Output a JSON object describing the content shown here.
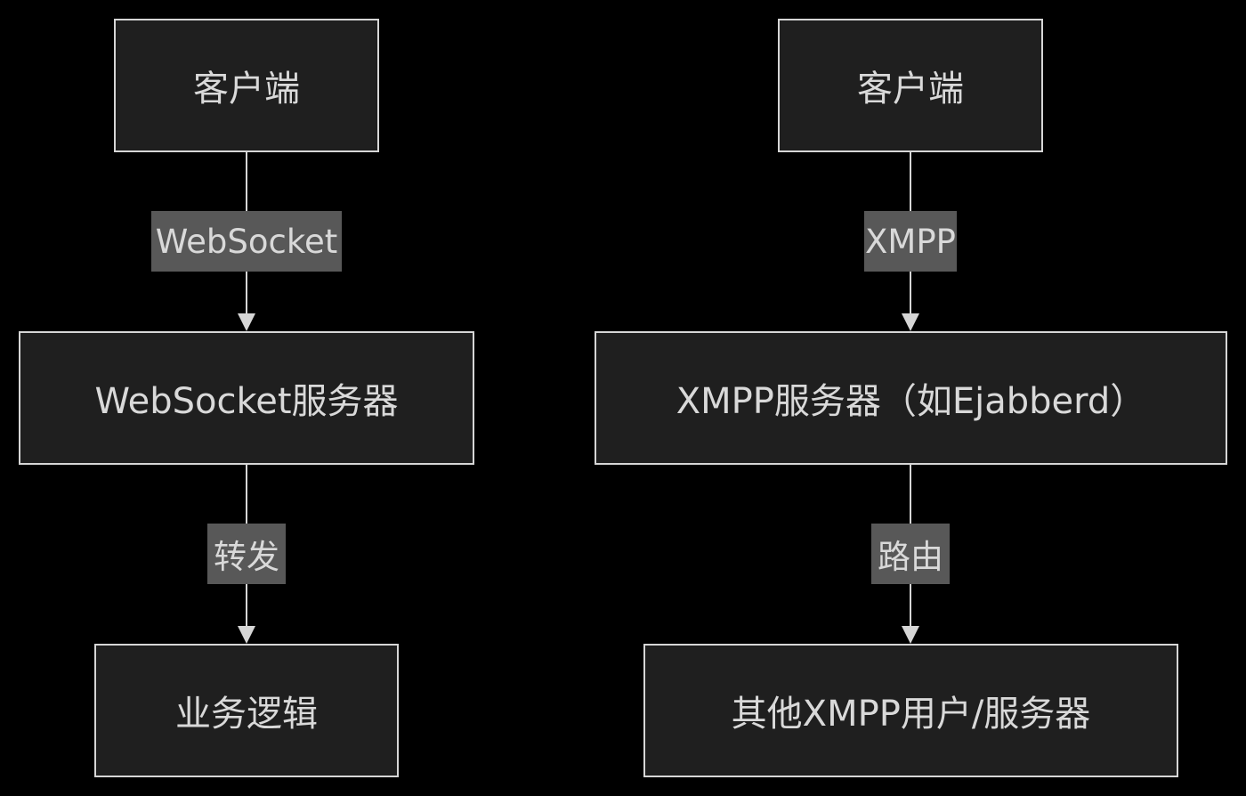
{
  "colors": {
    "background": "#000000",
    "node_fill": "#1f1f1f",
    "node_border": "#d6d6d6",
    "edge": "#d6d6d6",
    "edge_label_bg": "#585858",
    "text": "#d9d9d9"
  },
  "left_flow": {
    "client": "客户端",
    "edge1_label": "WebSocket",
    "server": "WebSocket服务器",
    "edge2_label": "转发",
    "business": "业务逻辑"
  },
  "right_flow": {
    "client": "客户端",
    "edge1_label": "XMPP",
    "server": "XMPP服务器（如Ejabberd）",
    "edge2_label": "路由",
    "others": "其他XMPP用户/服务器"
  }
}
